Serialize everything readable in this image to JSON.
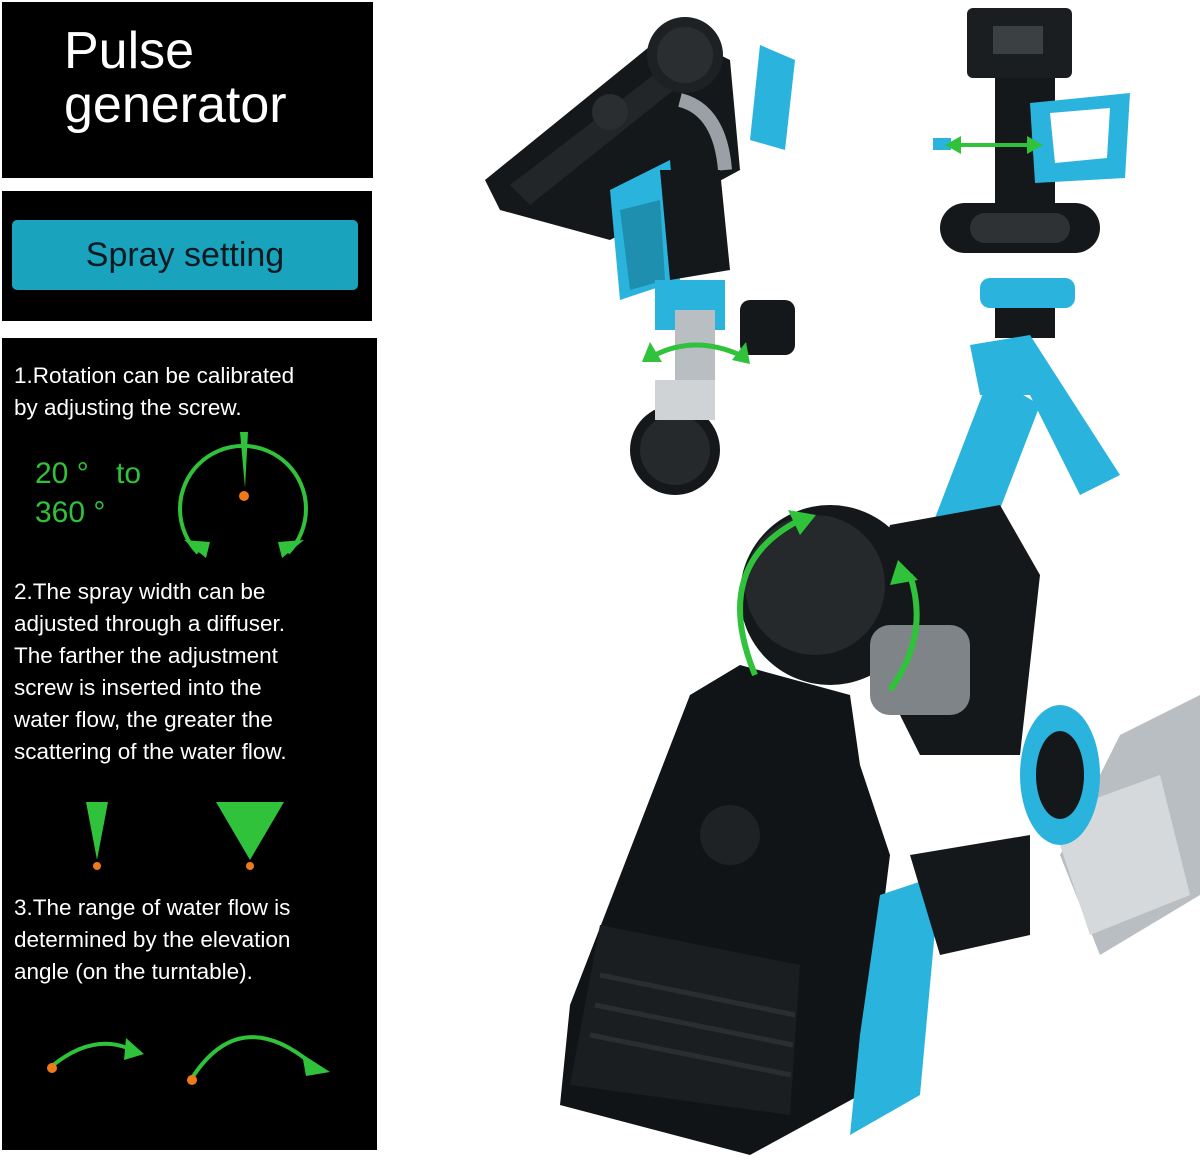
{
  "header": {
    "title": "Pulse\ngenerator"
  },
  "badge": {
    "label": "Spray setting"
  },
  "steps": {
    "one": "1.Rotation can be calibrated\nby adjusting the screw.",
    "two": "2.The spray width can be\nadjusted through a diffuser.\n The farther the adjustment\nscrew is inserted into the\nwater flow, the greater the\nscattering of the water flow.",
    "three": "3.The range of water flow is\ndetermined by the elevation\nangle (on the turntable)."
  },
  "rotation": {
    "from": "20 °",
    "to_word": "to",
    "to": "360 °"
  },
  "colors": {
    "accent_green": "#2fc23a",
    "accent_orange": "#f07a1a",
    "badge_blue": "#1aa3bd",
    "sprinkler_blue": "#2ab3dd",
    "sprinkler_black": "#15181a"
  },
  "icons": [
    "rotation-dial-icon",
    "narrow-spray-icon",
    "wide-spray-icon",
    "low-arc-icon",
    "high-arc-icon",
    "rotation-arrow-icon",
    "slide-arrow-icon"
  ]
}
